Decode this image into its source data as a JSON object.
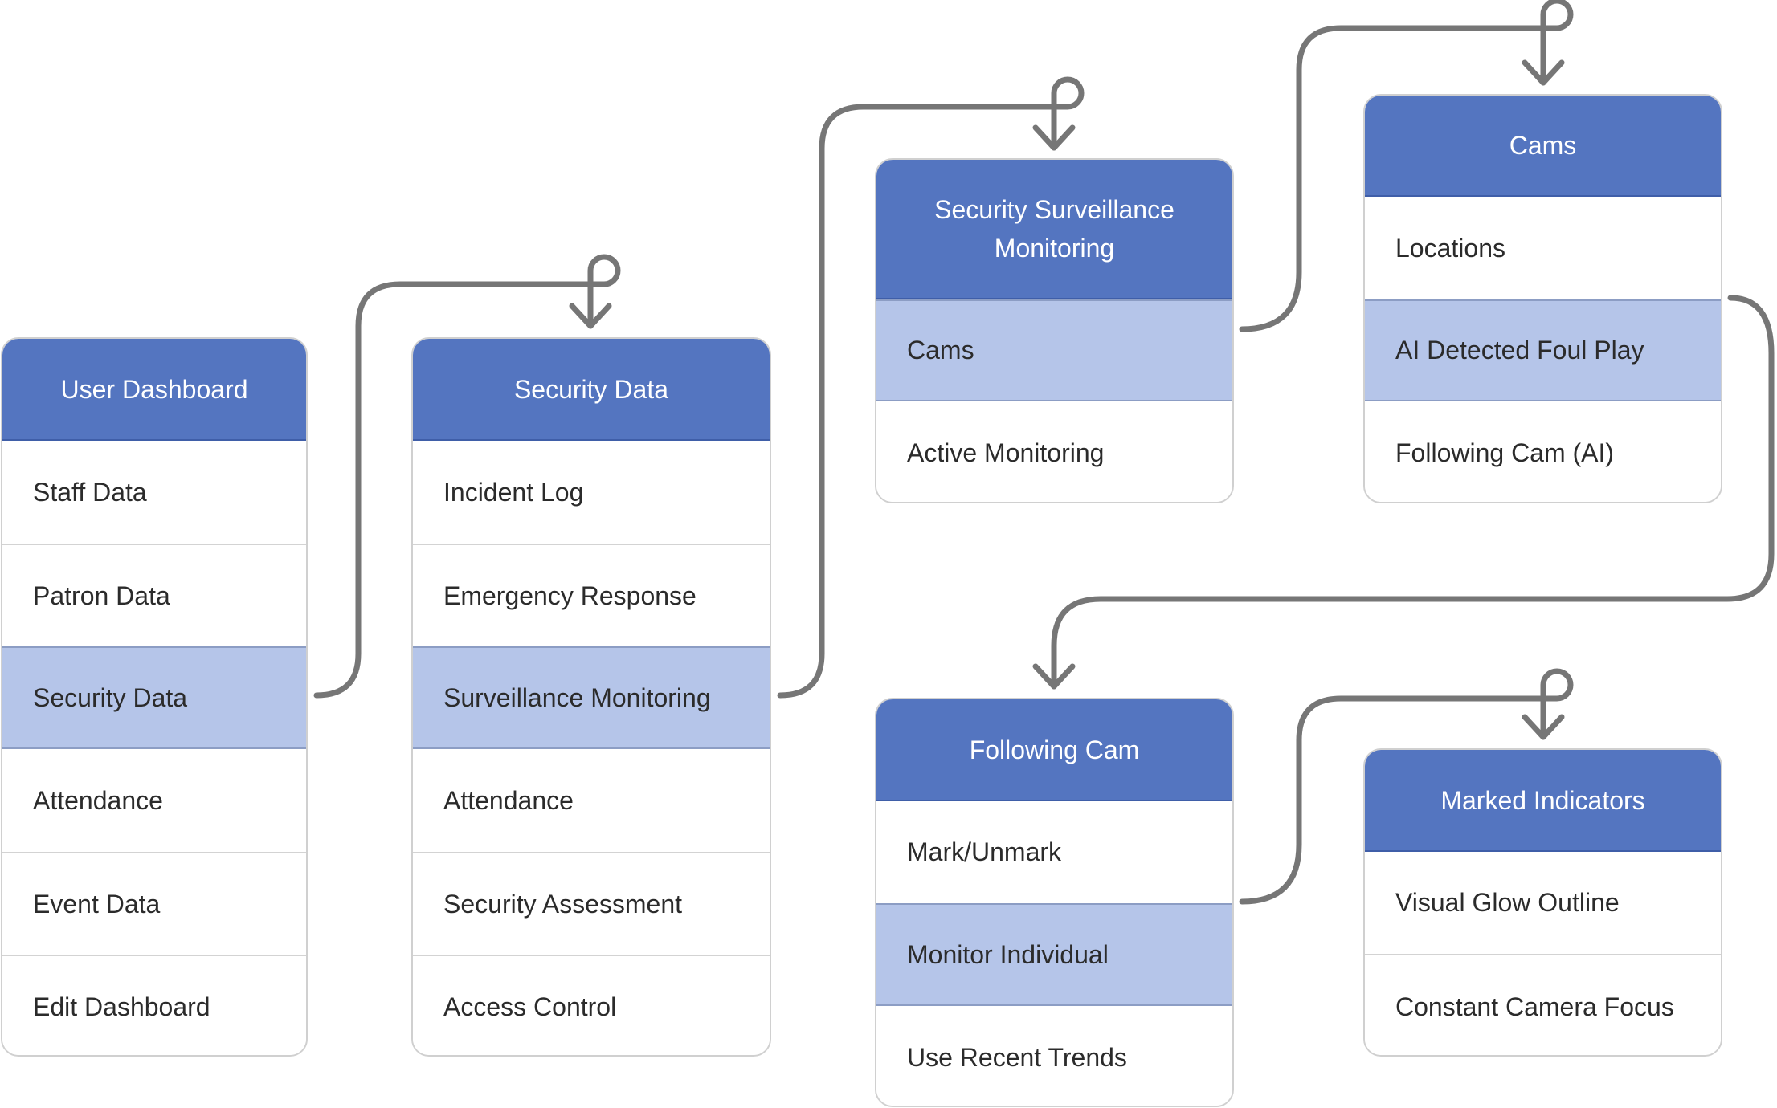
{
  "colors": {
    "header": "#5475c0",
    "highlight": "#b5c5e9",
    "connector": "#767676",
    "text": "#2b2b2b"
  },
  "cards": [
    {
      "id": "user-dashboard",
      "title": "User Dashboard",
      "items": [
        "Staff Data",
        "Patron Data",
        "Security Data",
        "Attendance",
        "Event Data",
        "Edit Dashboard"
      ],
      "highlighted": "Security Data"
    },
    {
      "id": "security-data",
      "title": "Security Data",
      "items": [
        "Incident Log",
        "Emergency Response",
        "Surveillance Monitoring",
        "Attendance",
        "Security Assessment",
        "Access Control"
      ],
      "highlighted": "Surveillance Monitoring"
    },
    {
      "id": "security-surveillance-monitoring",
      "title": "Security Surveillance Monitoring",
      "items": [
        "Cams",
        "Active Monitoring"
      ],
      "highlighted": "Cams"
    },
    {
      "id": "cams",
      "title": "Cams",
      "items": [
        "Locations",
        "AI Detected Foul Play",
        "Following Cam (AI)"
      ],
      "highlighted": "AI Detected Foul Play"
    },
    {
      "id": "following-cam",
      "title": "Following Cam",
      "items": [
        "Mark/Unmark",
        "Monitor Individual",
        "Use Recent Trends"
      ],
      "highlighted": "Monitor Individual"
    },
    {
      "id": "marked-indicators",
      "title": "Marked Indicators",
      "items": [
        "Visual Glow Outline",
        "Constant Camera Focus"
      ],
      "highlighted": null
    }
  ],
  "connections": [
    {
      "from": "User Dashboard / Security Data",
      "to": "Security Data"
    },
    {
      "from": "Security Data / Surveillance Monitoring",
      "to": "Security Surveillance Monitoring"
    },
    {
      "from": "Security Surveillance Monitoring / Cams",
      "to": "Cams"
    },
    {
      "from": "Cams / AI Detected Foul Play",
      "to": "Following Cam"
    },
    {
      "from": "Following Cam / Monitor Individual",
      "to": "Marked Indicators"
    }
  ]
}
